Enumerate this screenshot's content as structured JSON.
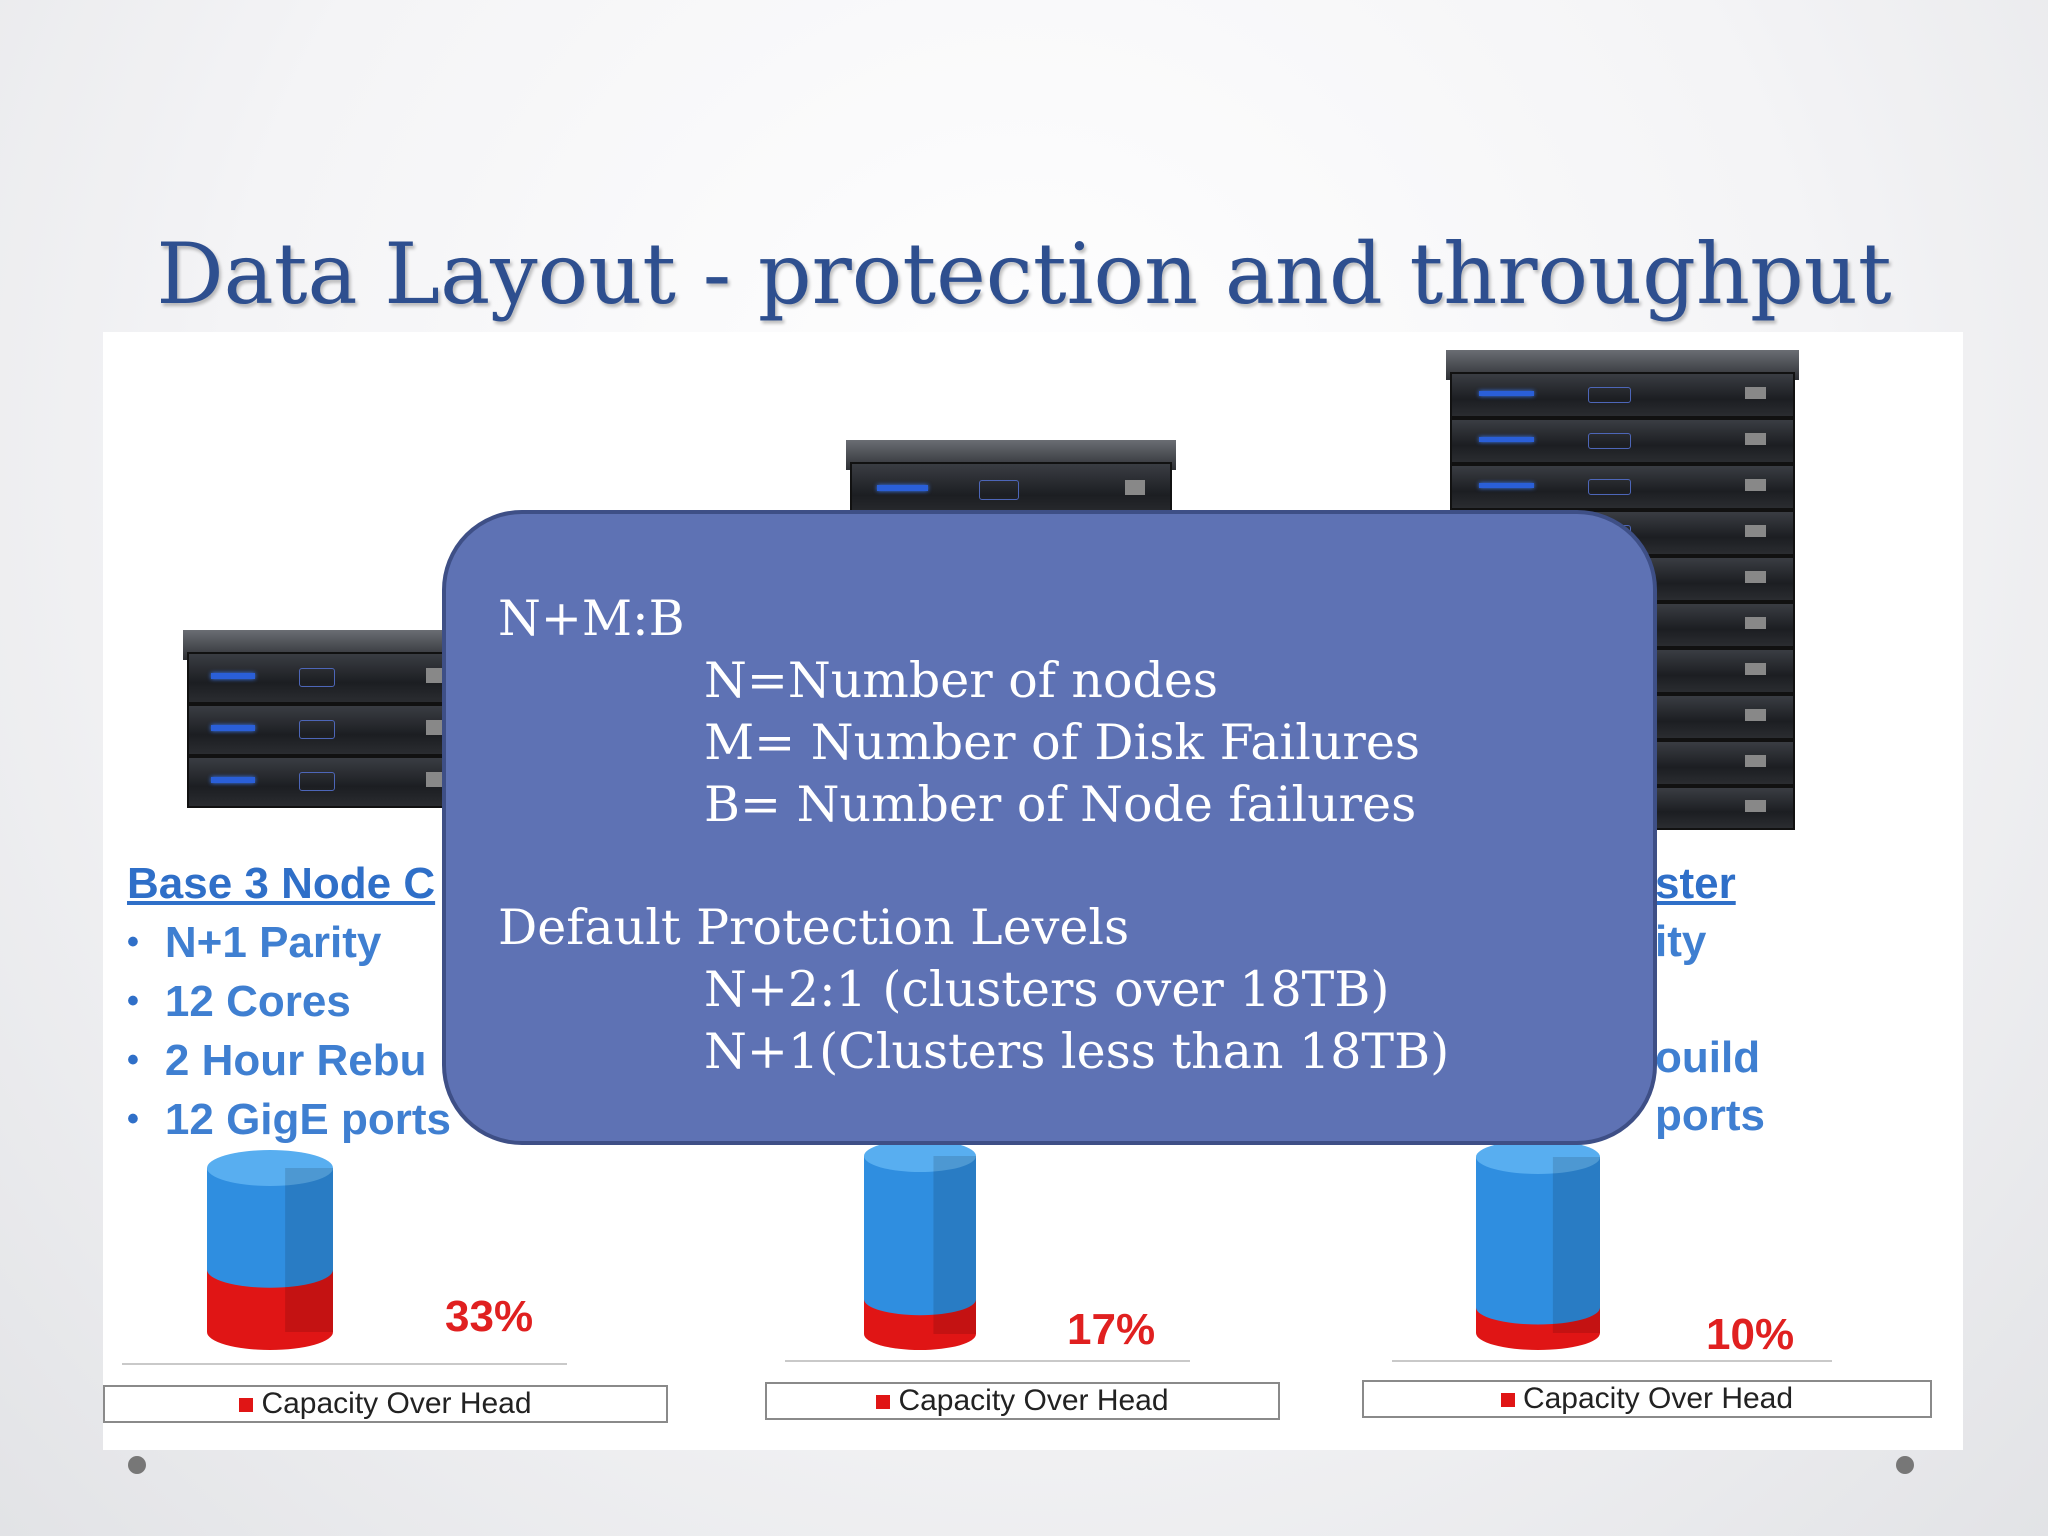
{
  "title": "Data Layout - protection and throughput",
  "clusters": [
    {
      "heading": "Base 3 Node C",
      "bullets": [
        "N+1 Parity",
        "12 Cores",
        "2 Hour Rebu",
        "12 GigE ports"
      ],
      "percent": "33%",
      "overhead_fraction": 0.33,
      "legend": "Capacity Over Head"
    },
    {
      "percent": "17%",
      "overhead_fraction": 0.17,
      "legend": "Capacity Over Head"
    },
    {
      "heading": "ster",
      "bullets": [
        "ity",
        "",
        "ouild",
        "ports"
      ],
      "percent": "10%",
      "overhead_fraction": 0.1,
      "legend": "Capacity Over Head"
    }
  ],
  "callout": {
    "formula": "N+M:B",
    "definitions": [
      "N=Number of nodes",
      "M= Number of Disk Failures",
      "B= Number of Node failures"
    ],
    "levels_heading": "Default Protection Levels",
    "levels": [
      "N+2:1 (clusters over 18TB)",
      "N+1(Clusters less than 18TB)"
    ]
  },
  "colors": {
    "title": "#2e4f8f",
    "callout_fill": "#5e72b4",
    "cluster_text": "#3f7fd1",
    "cylinder_blue": "#2f8ee0",
    "cylinder_red": "#e01515",
    "percent_text": "#e02020"
  }
}
